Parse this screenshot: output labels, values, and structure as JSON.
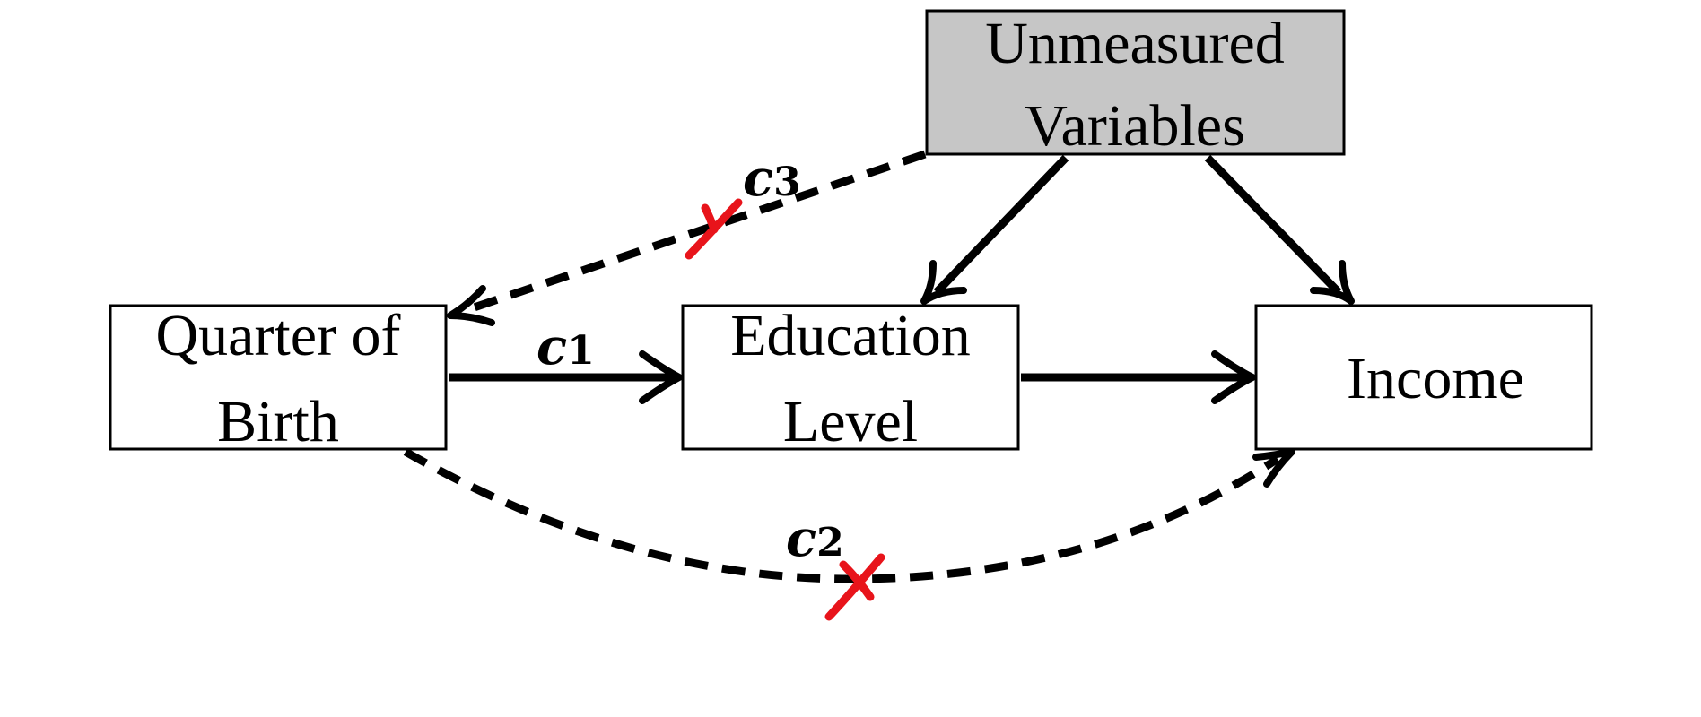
{
  "nodes": {
    "unmeasured": {
      "line1": "Unmeasured",
      "line2": "Variables",
      "fill": "#c6c6c6"
    },
    "quarter": {
      "line1": "Quarter of",
      "line2": "Birth"
    },
    "education": {
      "line1": "Education",
      "line2": "Level"
    },
    "income": {
      "line1": "Income"
    }
  },
  "edges": {
    "c1": {
      "letter": "c",
      "sub": "1"
    },
    "c2": {
      "letter": "c",
      "sub": "2",
      "blocked": true
    },
    "c3": {
      "letter": "c",
      "sub": "3",
      "blocked": true
    }
  },
  "colors": {
    "line": "#000000",
    "blocked_mark": "#e8141b",
    "unmeasured_fill": "#c6c6c6"
  }
}
